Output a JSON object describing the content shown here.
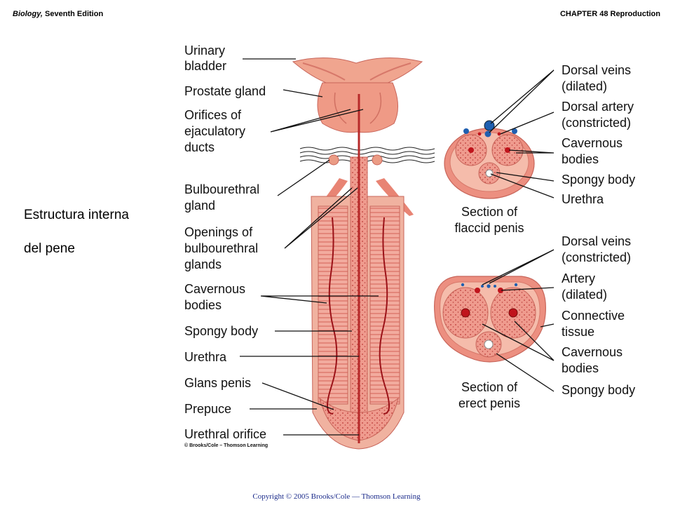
{
  "header": {
    "book_title": "Biology,",
    "edition": " Seventh Edition",
    "chapter": "CHAPTER 48 Reproduction"
  },
  "side_title": {
    "line1": "Estructura interna",
    "line2": "del pene"
  },
  "figure": {
    "labels_left": {
      "bladder_1": "Urinary",
      "bladder_2": "bladder",
      "prostate": "Prostate gland",
      "orifices_1": "Orifices of",
      "orifices_2": "ejaculatory",
      "orifices_3": "ducts",
      "bulbo_1": "Bulbourethral",
      "bulbo_2": "gland",
      "openings_1": "Openings of",
      "openings_2": "bulbourethral",
      "openings_3": "glands",
      "cavernous_1": "Cavernous",
      "cavernous_2": "bodies",
      "spongy": "Spongy body",
      "urethra": "Urethra",
      "glans": "Glans penis",
      "prepuce": "Prepuce",
      "urethral_orifice": "Urethral orifice"
    },
    "credit": "© Brooks/Cole – Thomson Learning",
    "flaccid": {
      "dorsal_veins_1": "Dorsal veins",
      "dorsal_veins_2": "(dilated)",
      "dorsal_artery_1": "Dorsal artery",
      "dorsal_artery_2": "(constricted)",
      "cavernous_1": "Cavernous",
      "cavernous_2": "bodies",
      "spongy": "Spongy body",
      "urethra": "Urethra",
      "caption_1": "Section of",
      "caption_2": "flaccid penis"
    },
    "erect": {
      "dorsal_veins_1": "Dorsal veins",
      "dorsal_veins_2": "(constricted)",
      "artery_1": "Artery",
      "artery_2": "(dilated)",
      "connective_1": "Connective",
      "connective_2": "tissue",
      "cavernous_1": "Cavernous",
      "cavernous_2": "bodies",
      "spongy": "Spongy body",
      "caption_1": "Section of",
      "caption_2": "erect penis"
    }
  },
  "footer": "Copyright © 2005 Brooks/Cole — Thomson Learning",
  "colors": {
    "tissue": "#e8847a",
    "tissue_light": "#f4b8a8",
    "vein": "#1f5fb0",
    "artery": "#c0141c",
    "footer_text": "#1a2a8a"
  }
}
